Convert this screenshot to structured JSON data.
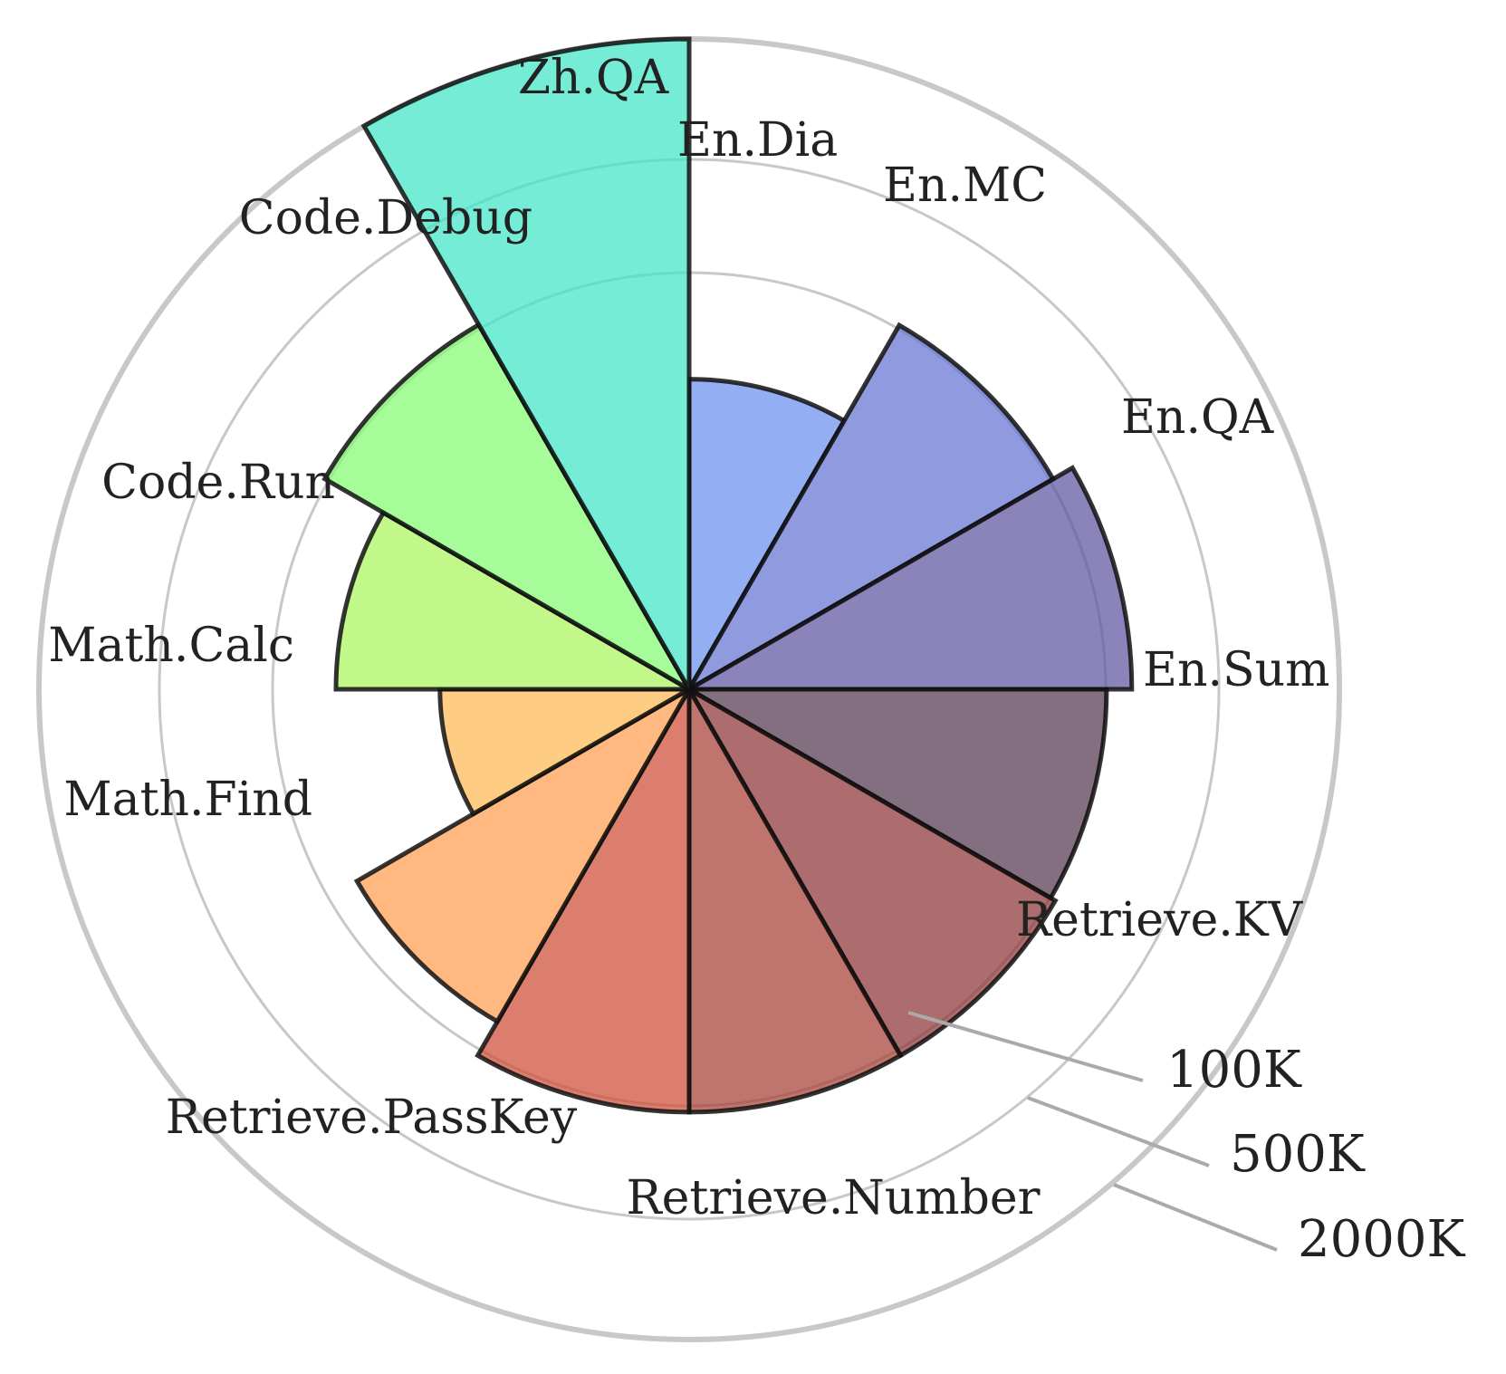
{
  "chart_data": {
    "type": "polar-bar",
    "title": "",
    "categories": [
      "En.Dia",
      "En.MC",
      "En.QA",
      "En.Sum",
      "Retrieve.KV",
      "Retrieve.Number",
      "Retrieve.PassKey",
      "Math.Find",
      "Math.Calc",
      "Code.Run",
      "Code.Debug",
      "Zh.QA"
    ],
    "values": [
      58,
      113,
      192,
      103,
      122,
      122,
      122,
      87,
      43,
      75,
      115,
      2000
    ],
    "units": "tokens (K)",
    "radial_scale": "nonlinear",
    "reference_rings": [
      {
        "label": "100K",
        "value": 100
      },
      {
        "label": "500K",
        "value": 500
      },
      {
        "label": "2000K",
        "value": 2000
      }
    ],
    "colors": [
      "#6b8ff0",
      "#6574d2",
      "#5d55a0",
      "#55374f",
      "#8e3335",
      "#a63f35",
      "#ce4c35",
      "#fd9d4f",
      "#feb953",
      "#aaf55b",
      "#84fb70",
      "#3ee5c6"
    ],
    "legend": "none",
    "grid": true
  }
}
